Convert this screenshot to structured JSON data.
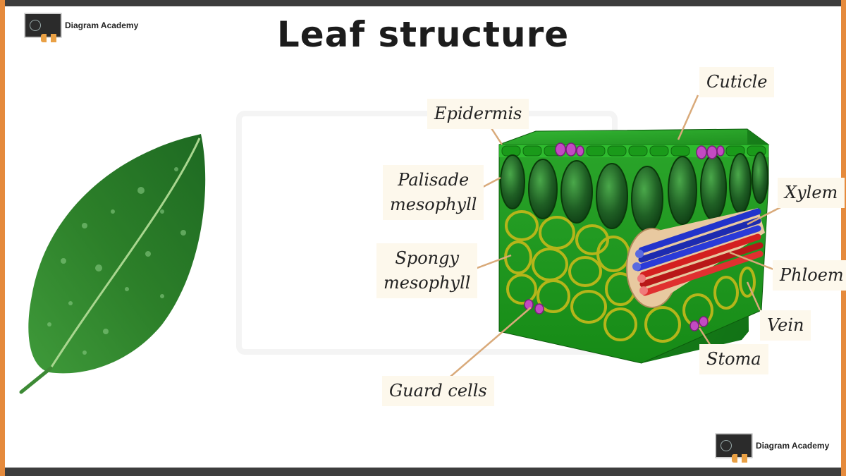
{
  "title": "Leaf structure",
  "brand": {
    "name": "Diagram Academy"
  },
  "labels": {
    "cuticle": "Cuticle",
    "epidermis": "Epidermis",
    "palisade_line1": "Palisade",
    "palisade_line2": "mesophyll",
    "spongy_line1": "Spongy",
    "spongy_line2": "mesophyll",
    "guard_cells": "Guard cells",
    "xylem": "Xylem",
    "phloem": "Phloem",
    "vein": "Vein",
    "stoma": "Stoma"
  },
  "colors": {
    "leaf_green": "#2f8a2a",
    "tissue_green": "#1f9a1f",
    "xylem_blue": "#2233cc",
    "phloem_red": "#d42020",
    "guard_cell_pink": "#c34ac3",
    "spongy_ring": "#b5b51a",
    "leader_line": "#d9aa7a",
    "frame_dark": "#3d3d3d",
    "frame_orange": "#e58a3c"
  }
}
